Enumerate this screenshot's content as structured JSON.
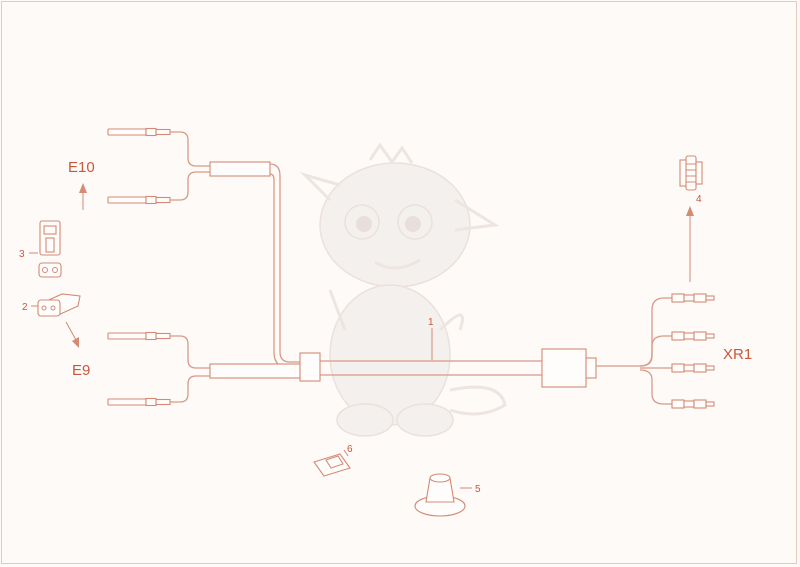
{
  "labels": {
    "e10": "E10",
    "e9": "E9",
    "xr1": "XR1"
  },
  "callouts": {
    "n1": "1",
    "n2": "2",
    "n3": "3",
    "n4": "4",
    "n5": "5",
    "n6": "6"
  },
  "colors": {
    "line": "#d48a74",
    "label": "#c9573a",
    "background": "#fdfaf8",
    "watermark": "#ece3df"
  },
  "icons": {
    "watermark": "baby-dragon-mascot-icon"
  }
}
